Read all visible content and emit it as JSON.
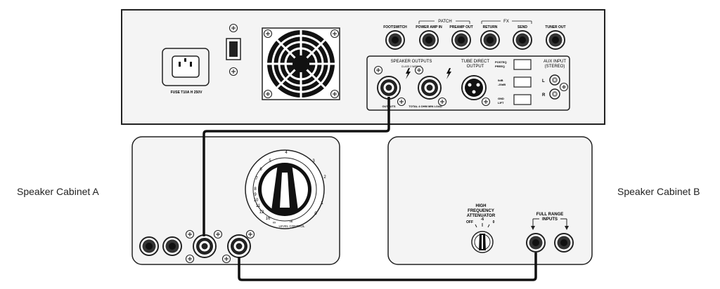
{
  "labels": {
    "cabinet_a": "Speaker Cabinet A",
    "cabinet_b": "Speaker Cabinet B"
  },
  "amp": {
    "fuse_label": "FUSE T10A H 250V",
    "jacks": {
      "footswitch": "FOOTSWITCH",
      "power_amp_in": "POWER AMP IN",
      "preamp_out": "PREAMP OUT",
      "return": "RETURN",
      "send": "SEND",
      "tuner_out": "TUNER OUT"
    },
    "patch_group": "PATCH",
    "fx_group": "FX",
    "speaker_outputs": {
      "title": "SPEAKER OUTPUTS",
      "subtitle": "CLASS 2 WIRING",
      "left_caption": "OUTPUTS",
      "right_caption": "TOTAL 4 OHM MIN LOAD"
    },
    "tube_direct": {
      "title_line1": "TUBE DIRECT",
      "title_line2": "OUTPUT"
    },
    "switches": {
      "s1_top": "POSTEQ",
      "s1_bottom": "PREEQ",
      "s2_top": "0dB",
      "s2_bottom": "-20dB",
      "s3_top": "GND",
      "s3_bottom": "LIFT"
    },
    "aux_input": {
      "title_line1": "AUX INPUT",
      "title_line2": "(STEREO)",
      "left": "L",
      "right": "R"
    }
  },
  "cabinet_a": {
    "dial_numbers": [
      "4",
      "5",
      "3",
      "6",
      "2",
      "7",
      "8",
      "9",
      "10",
      "11",
      "12",
      "1",
      "0",
      "16",
      "∞"
    ],
    "dial_caption": "LEVEL CONTROL",
    "dial_symbol": "dB"
  },
  "cabinet_b": {
    "hf_title": [
      "HIGH",
      "FREQUENCY",
      "ATTENUATOR"
    ],
    "hf_positions": [
      "OFF",
      "-6",
      "0"
    ],
    "full_range_line1": "FULL RANGE",
    "full_range_line2": "INPUTS"
  }
}
